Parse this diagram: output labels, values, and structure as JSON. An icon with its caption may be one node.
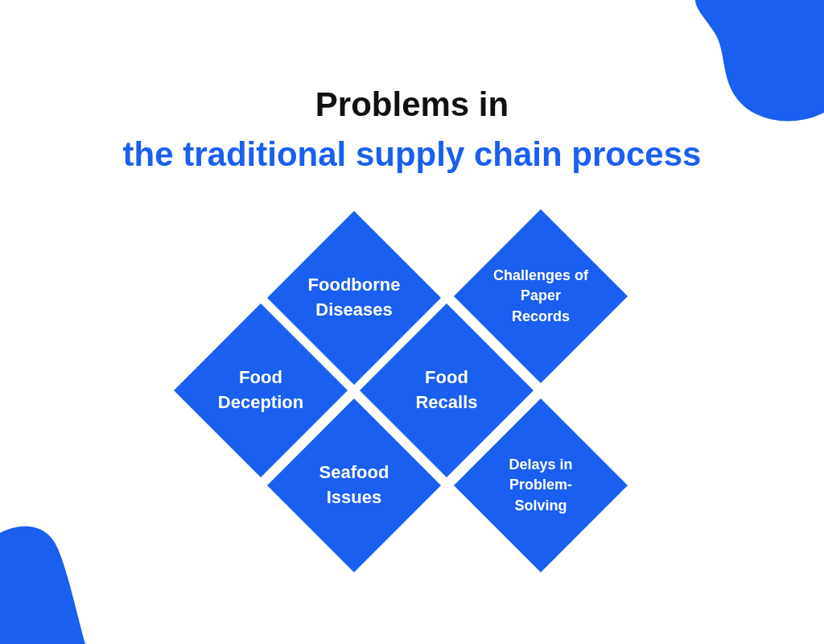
{
  "diagram": {
    "title": "Problems in",
    "nodes": [
      {
        "text": [
          "Foodborne Diseases"
        ]
      },
      {
        "text": [
          "Challenges of Paper Records"
        ]
      },
      {
        "text": [
          "Food Deception"
        ]
      },
      {
        "text": [
          "Food Recalls"
        ]
      },
      {
        "text": [
          "Seafood Issues"
        ]
      },
      {
        "text": [
          "Delays in Problem-Solving"
        ]
      }
    ],
    "labels": [
      "the traditional supply chain process"
    ]
  }
}
